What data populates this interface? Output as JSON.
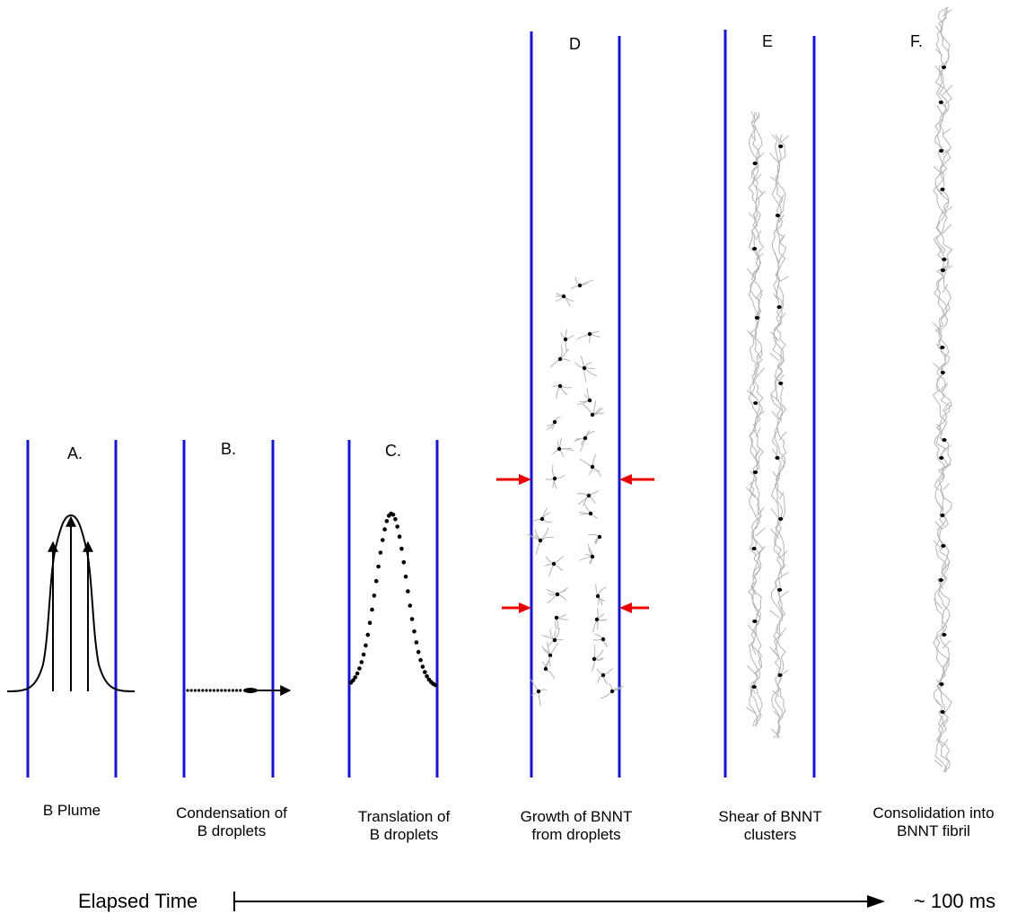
{
  "panels": [
    {
      "label": "A.",
      "caption": [
        "B Plume"
      ]
    },
    {
      "label": "B.",
      "caption": [
        "Condensation of",
        "B droplets"
      ]
    },
    {
      "label": "C.",
      "caption": [
        "Translation of",
        "B droplets"
      ]
    },
    {
      "label": "D",
      "caption": [
        "Growth of BNNT",
        "from droplets"
      ]
    },
    {
      "label": "E",
      "caption": [
        "Shear of BNNT",
        "clusters"
      ]
    },
    {
      "label": "F.",
      "caption": [
        "Consolidation into",
        "BNNT fibril"
      ]
    }
  ],
  "timeline": {
    "start_label": "Elapsed Time",
    "end_label": "~ 100 ms"
  },
  "colors": {
    "wall": "#1414d2",
    "arrow_red": "#e80000",
    "fiber": "#b4b4b4",
    "ink": "#000000"
  }
}
